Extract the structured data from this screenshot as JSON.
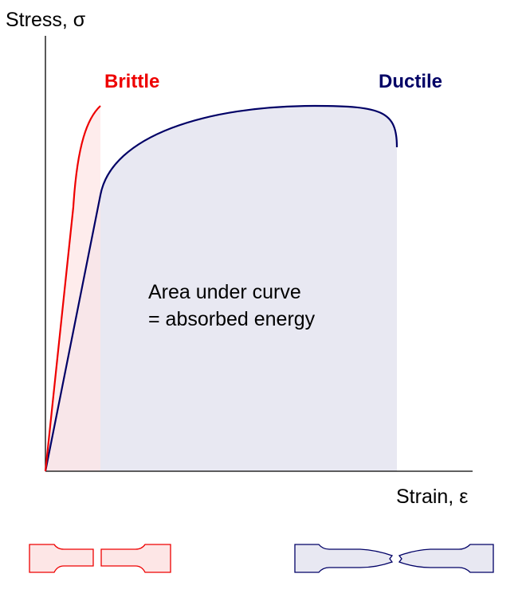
{
  "axes": {
    "y_label": "Stress, σ",
    "x_label": "Strain, ε"
  },
  "curves": {
    "brittle": {
      "label": "Brittle",
      "color": "#ee0000",
      "fill": "#fde6e6"
    },
    "ductile": {
      "label": "Ductile",
      "color": "#000066",
      "fill": "#e8e8f2"
    }
  },
  "annotation": {
    "line1": "Area under curve",
    "line2": "= absorbed energy"
  },
  "specimens": {
    "brittle_icon": "brittle-fractured-specimen-icon",
    "ductile_icon": "ductile-necked-specimen-icon"
  }
}
